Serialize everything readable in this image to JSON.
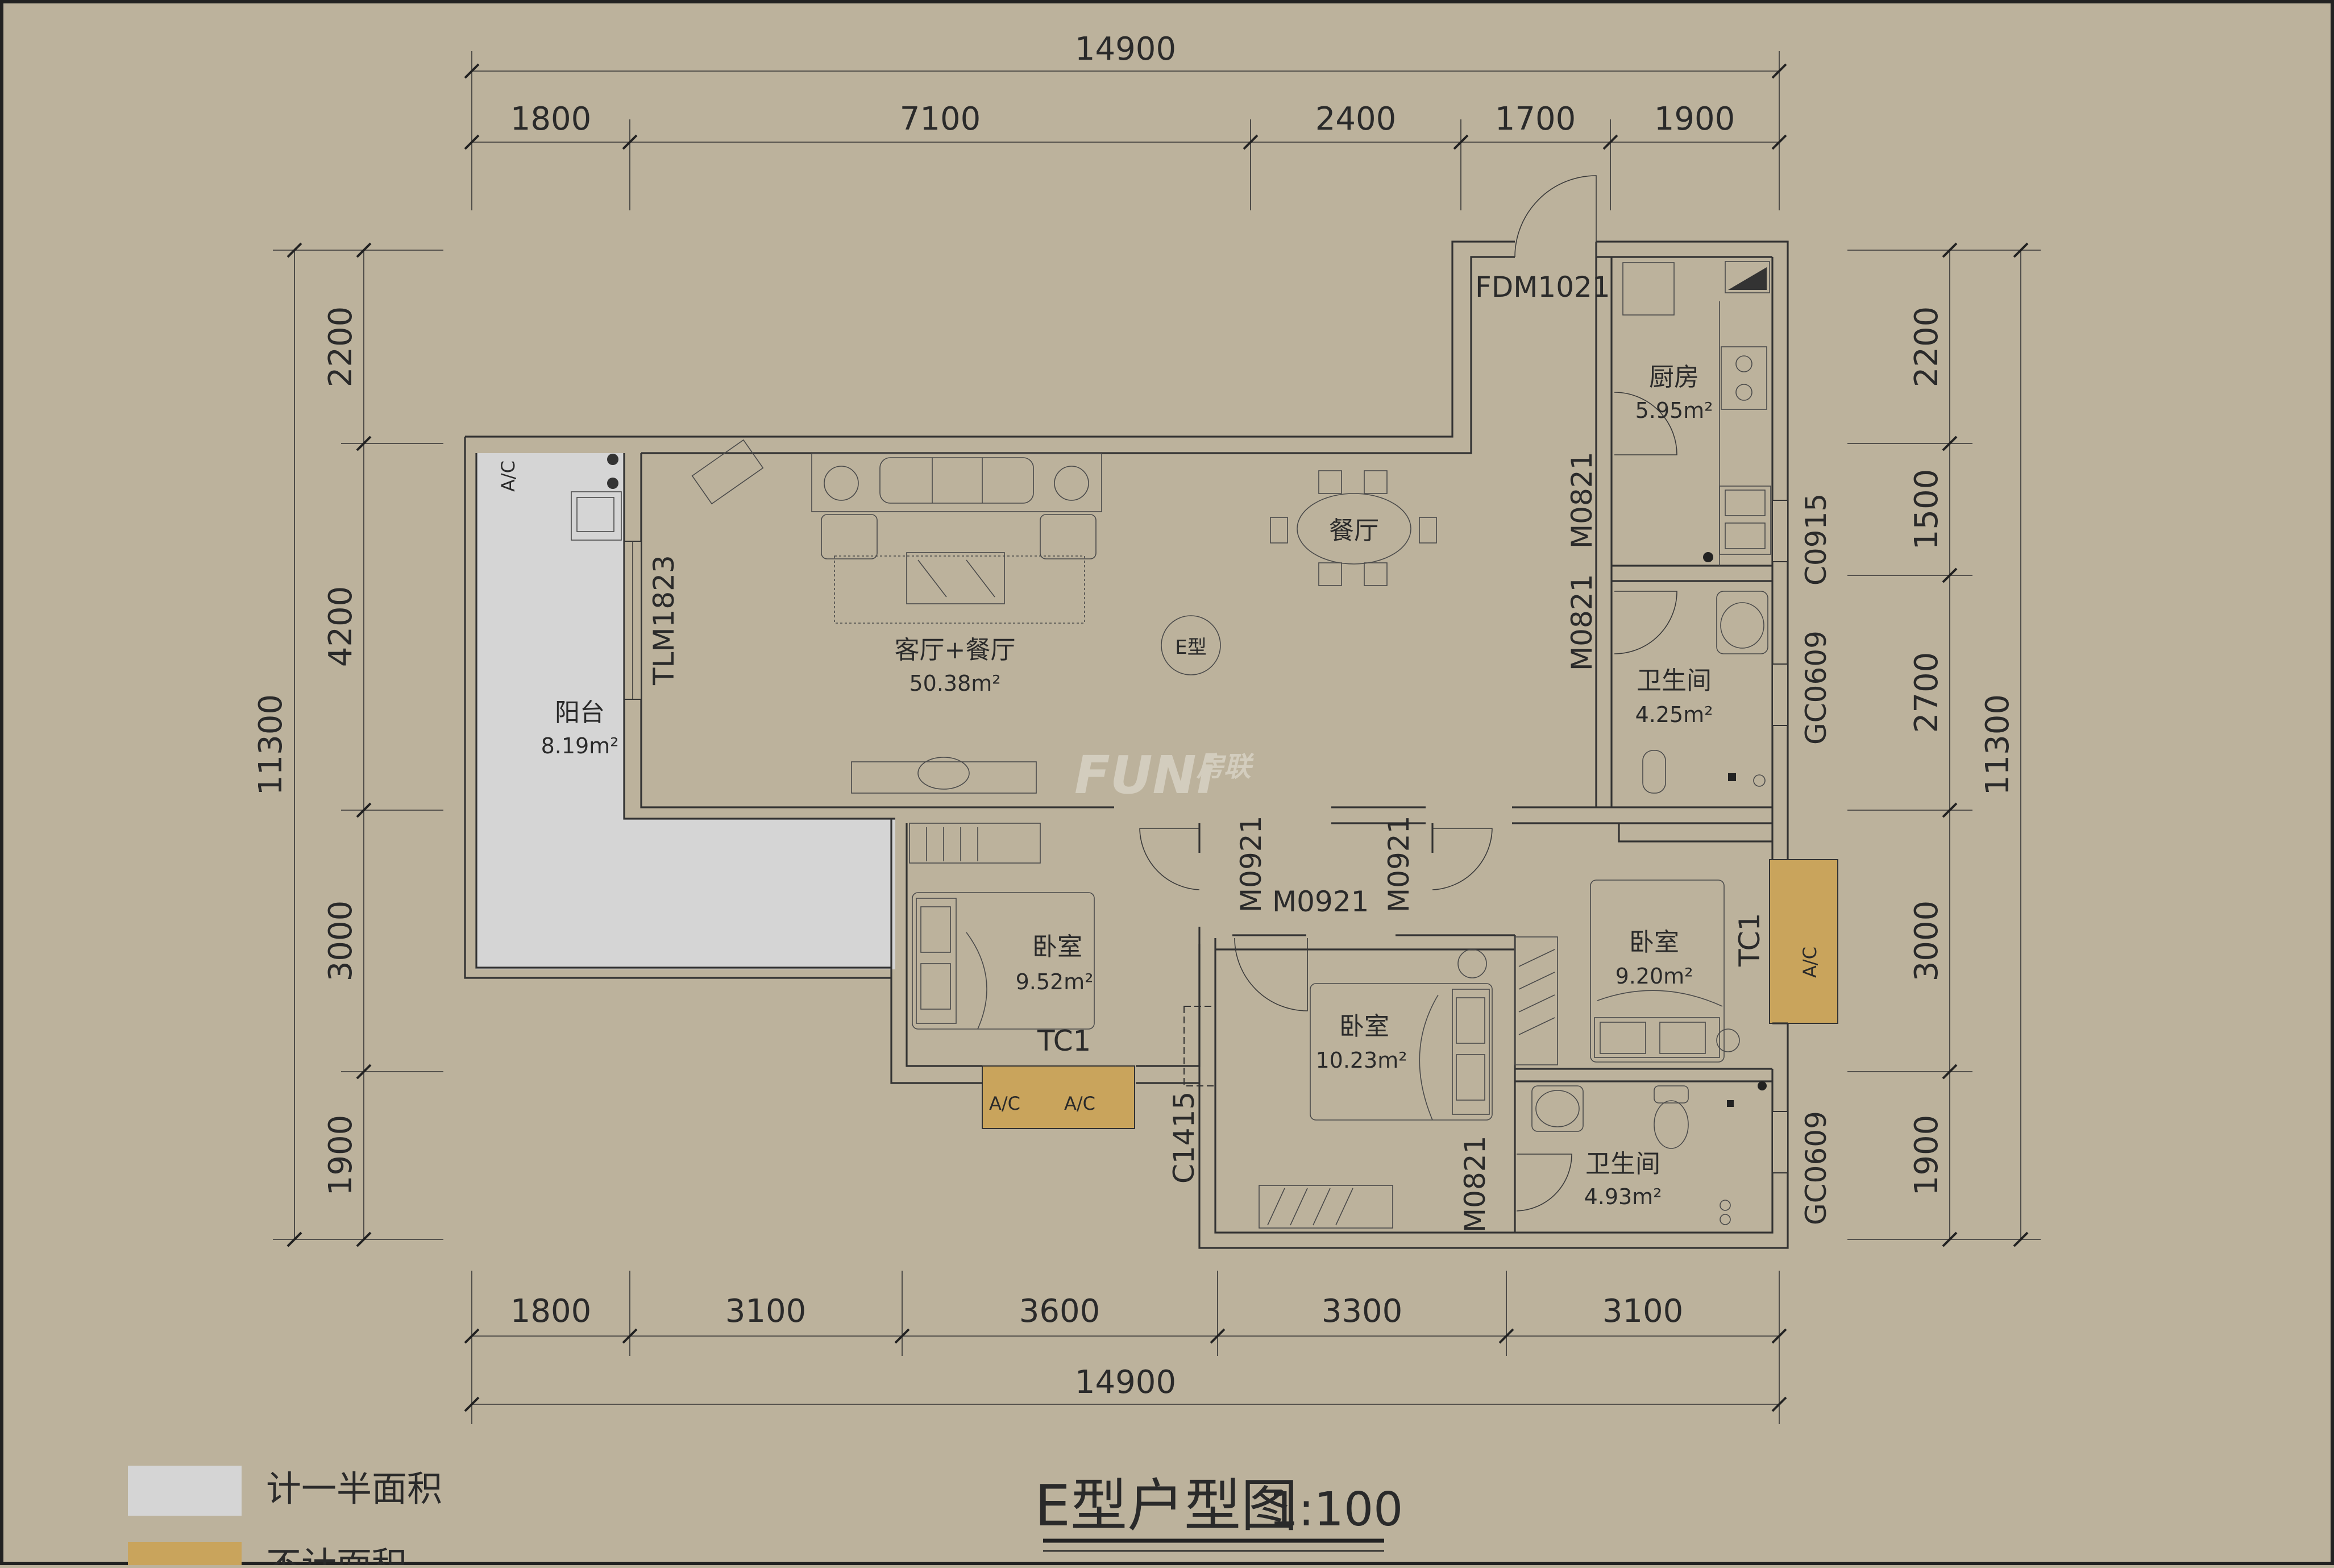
{
  "title": {
    "text": "E型户型图",
    "scale": "1:100"
  },
  "type_marker": "E型",
  "watermark": {
    "brand": "FUNi",
    "cn": "房联"
  },
  "dims": {
    "top_total": "14900",
    "top_segments": [
      "1800",
      "7100",
      "2400",
      "1700",
      "1900"
    ],
    "bottom_segments": [
      "1800",
      "3100",
      "3600",
      "3300",
      "3100"
    ],
    "bottom_total": "14900",
    "left_total": "11300",
    "left_segments": [
      "2200",
      "4200",
      "3000",
      "1900"
    ],
    "right_total": "11300",
    "right_segments": [
      "2200",
      "1500",
      "2700",
      "3000",
      "1900"
    ]
  },
  "rooms": {
    "living": {
      "name": "客厅+餐厅",
      "area": "50.38m²"
    },
    "dining": {
      "name": "餐厅"
    },
    "balcony": {
      "name": "阳台",
      "area": "8.19m²"
    },
    "kitchen": {
      "name": "厨房",
      "area": "5.95m²"
    },
    "bath1": {
      "name": "卫生间",
      "area": "4.25m²"
    },
    "bed1": {
      "name": "卧室",
      "area": "9.52m²"
    },
    "bed2": {
      "name": "卧室",
      "area": "10.23m²"
    },
    "bed3": {
      "name": "卧室",
      "area": "9.20m²"
    },
    "bath2": {
      "name": "卫生间",
      "area": "4.93m²"
    }
  },
  "codes": {
    "entry_door": "FDM1021",
    "balcony_door": "TLM1823",
    "kitchen_door": "M0821",
    "bath1_door": "M0821",
    "kitchen_window": "C0915",
    "bath1_window": "GC0609",
    "bed1_door": "M0921",
    "bed2_door": "M0921",
    "bed3_door": "M0921",
    "bed1_window": "TC1",
    "bed3_window": "TC1",
    "bed2_window": "C1415",
    "bath2_door": "M0821",
    "bath2_window": "GC0609",
    "ac_mark": "A/C"
  },
  "legend": [
    {
      "label": "计一半面积",
      "color": "#d5d5d5"
    },
    {
      "label": "不计面积",
      "color": "#c9a45c"
    }
  ],
  "colors": {
    "background": "#bcb29c",
    "balcony_fill": "#d5d5d5",
    "ac_fill": "#c9a45c"
  }
}
